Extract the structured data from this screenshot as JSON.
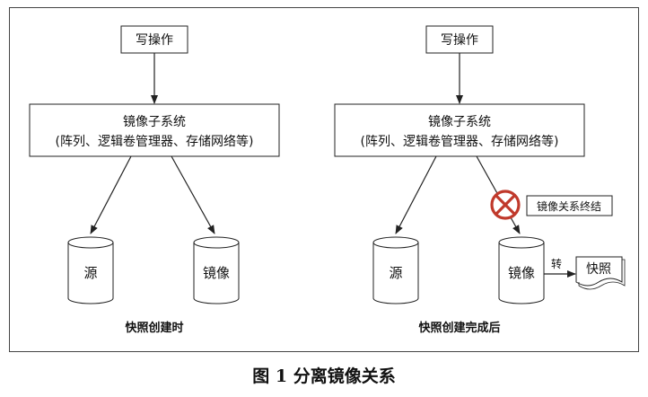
{
  "left": {
    "write_op": "写操作",
    "mirror_title": "镜像子系统",
    "mirror_detail": "(阵列、逻辑卷管理器、存储网络等)",
    "disk_source": "源",
    "disk_mirror": "镜像",
    "caption": "快照创建时"
  },
  "right": {
    "write_op": "写操作",
    "mirror_title": "镜像子系统",
    "mirror_detail": "(阵列、逻辑卷管理器、存储网络等)",
    "disk_source": "源",
    "disk_mirror": "镜像",
    "terminate_label": "镜像关系终结",
    "convert_label": "转",
    "snapshot_label": "快照",
    "caption": "快照创建完成后"
  },
  "figure_caption": "图 1 分离镜像关系",
  "colors": {
    "stroke": "#222222",
    "fill": "#ffffff",
    "terminate_icon": "#c0392b"
  },
  "icons": {
    "terminate": "prohibited-x-icon"
  }
}
